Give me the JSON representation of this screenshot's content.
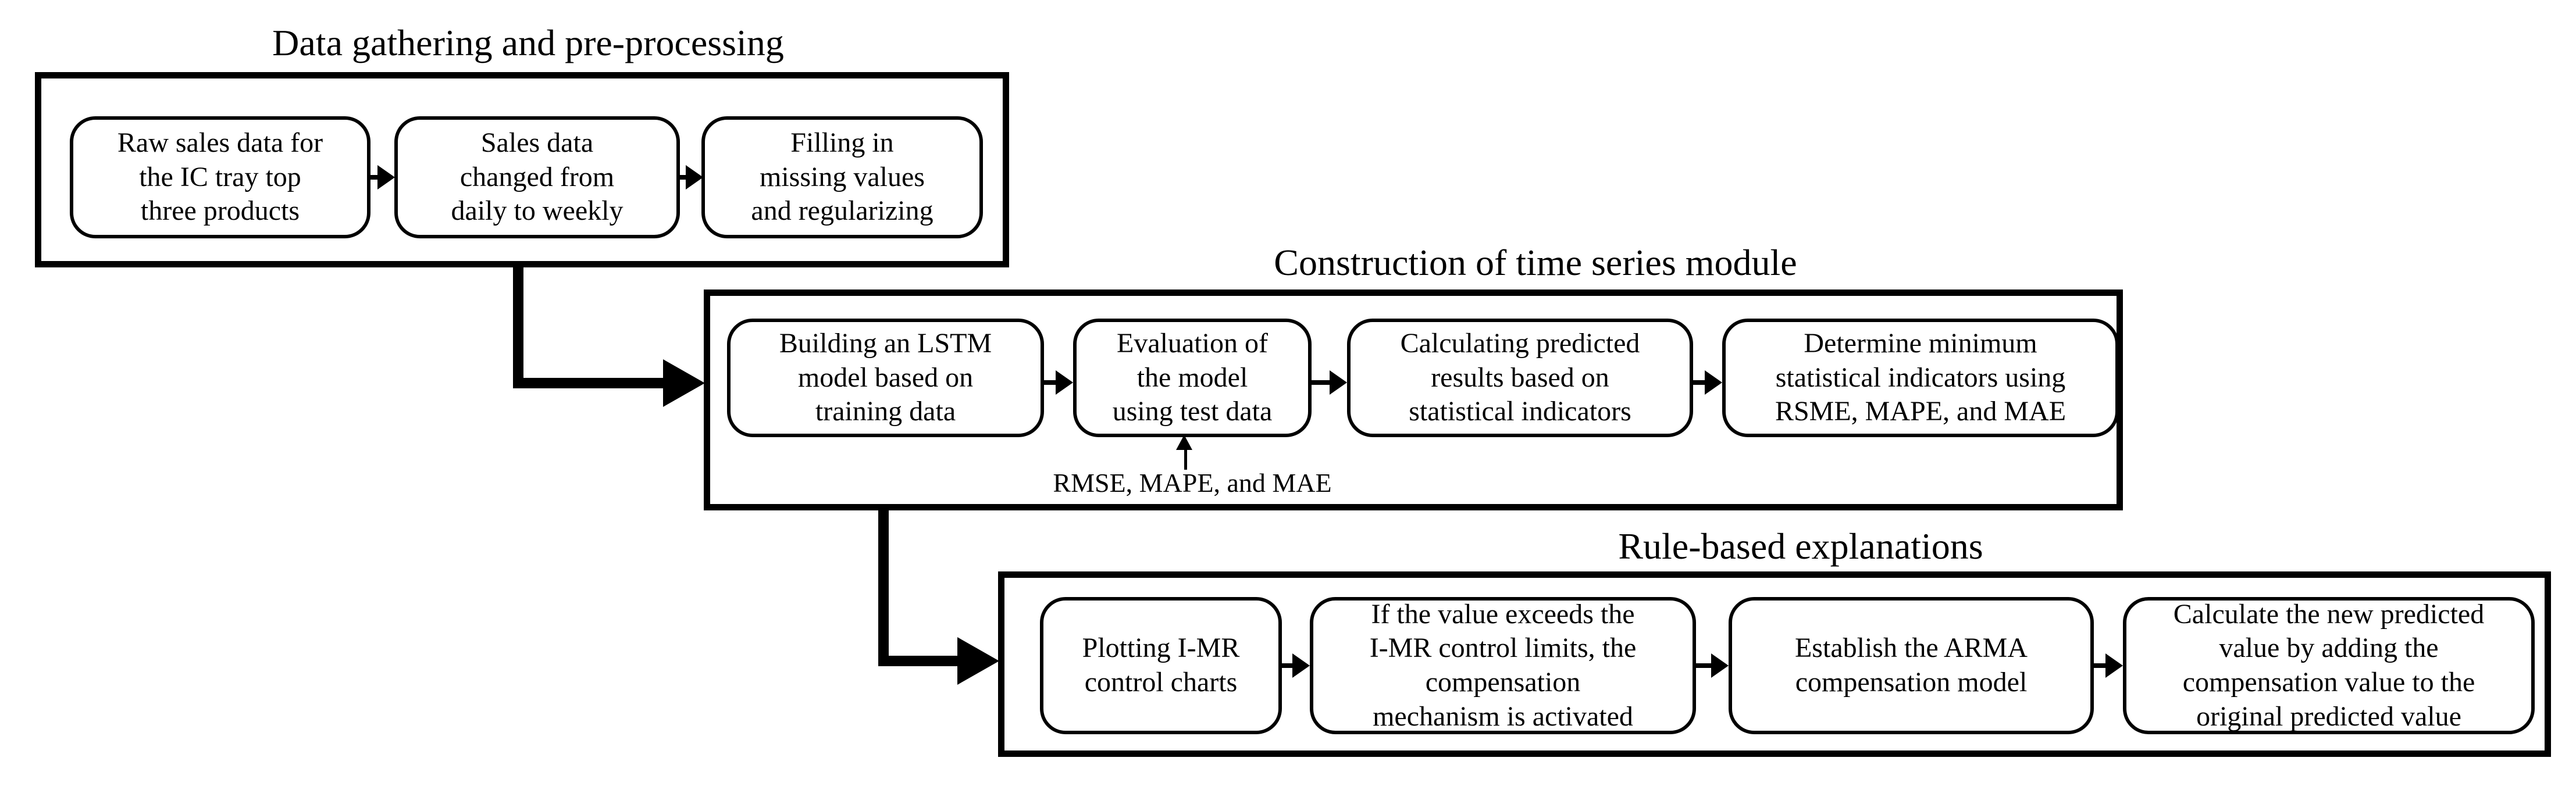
{
  "figure": {
    "type": "flowchart",
    "colors": {
      "ink": "#000000",
      "background": "#ffffff"
    }
  },
  "sections": [
    {
      "title": "Data gathering and pre-processing",
      "boxes": [
        {
          "label": "Raw sales data for\nthe IC tray top\nthree products"
        },
        {
          "label": "Sales data\nchanged from\ndaily to weekly"
        },
        {
          "label": "Filling in\nmissing values\nand regularizing"
        }
      ]
    },
    {
      "title": "Construction of time series module",
      "annotation": "RMSE, MAPE, and MAE",
      "boxes": [
        {
          "label": "Building an LSTM\nmodel based on\ntraining data"
        },
        {
          "label": "Evaluation of\nthe model\nusing test data"
        },
        {
          "label": "Calculating predicted\nresults based on\nstatistical indicators"
        },
        {
          "label": "Determine minimum\nstatistical indicators using\nRSME, MAPE, and MAE"
        }
      ]
    },
    {
      "title": "Rule-based explanations",
      "boxes": [
        {
          "label": "Plotting I-MR\ncontrol charts"
        },
        {
          "label": "If the value exceeds the\nI-MR control limits, the\ncompensation\nmechanism is activated"
        },
        {
          "label": "Establish the ARMA\ncompensation model"
        },
        {
          "label": "Calculate the new predicted\nvalue by adding the\ncompensation value to the\noriginal predicted value"
        }
      ]
    }
  ]
}
